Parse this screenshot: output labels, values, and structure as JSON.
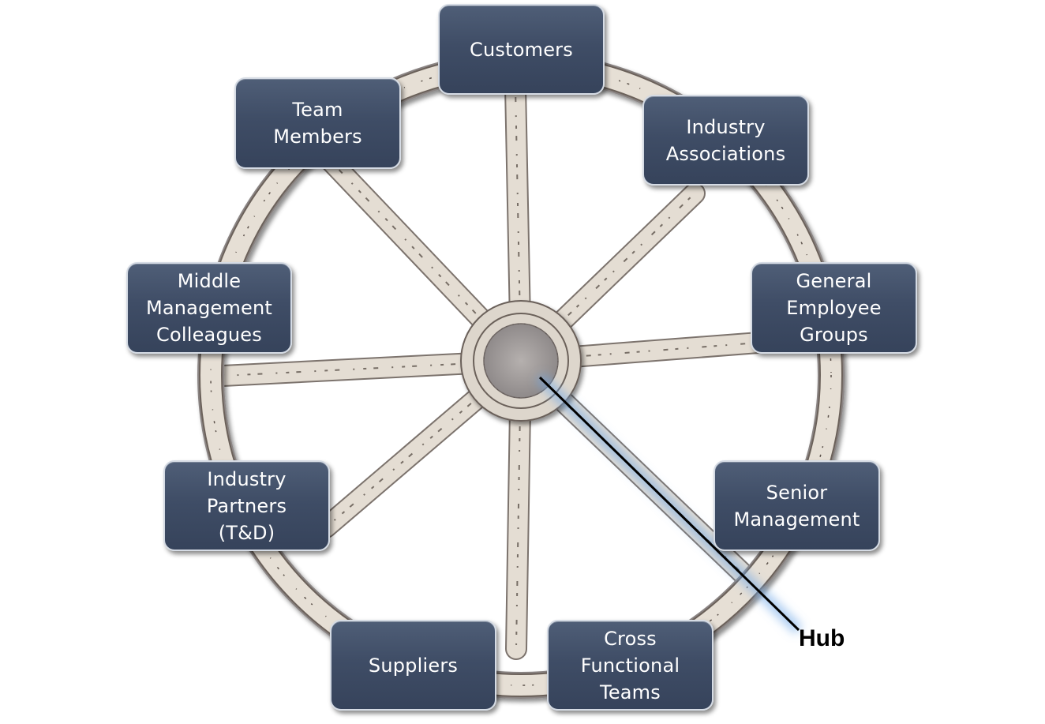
{
  "nodes": {
    "customers": "Customers",
    "team_members": "Team\nMembers",
    "industry_associations": "Industry\nAssociations",
    "middle_management_colleagues": "Middle\nManagement\nColleagues",
    "general_employee_groups": "General\nEmployee\nGroups",
    "industry_partners": "Industry\nPartners\n(T&D)",
    "senior_management": "Senior\nManagement",
    "suppliers": "Suppliers",
    "cross_functional_teams": "Cross\nFunctional\nTeams"
  },
  "callout": {
    "label": "Hub"
  },
  "colors": {
    "node_fill": "#3f4d66",
    "node_border": "#d5dbe4",
    "wood": "#e4ddd3",
    "wood_crack": "#4a4038",
    "hub_glow": "#6fa8e8"
  }
}
